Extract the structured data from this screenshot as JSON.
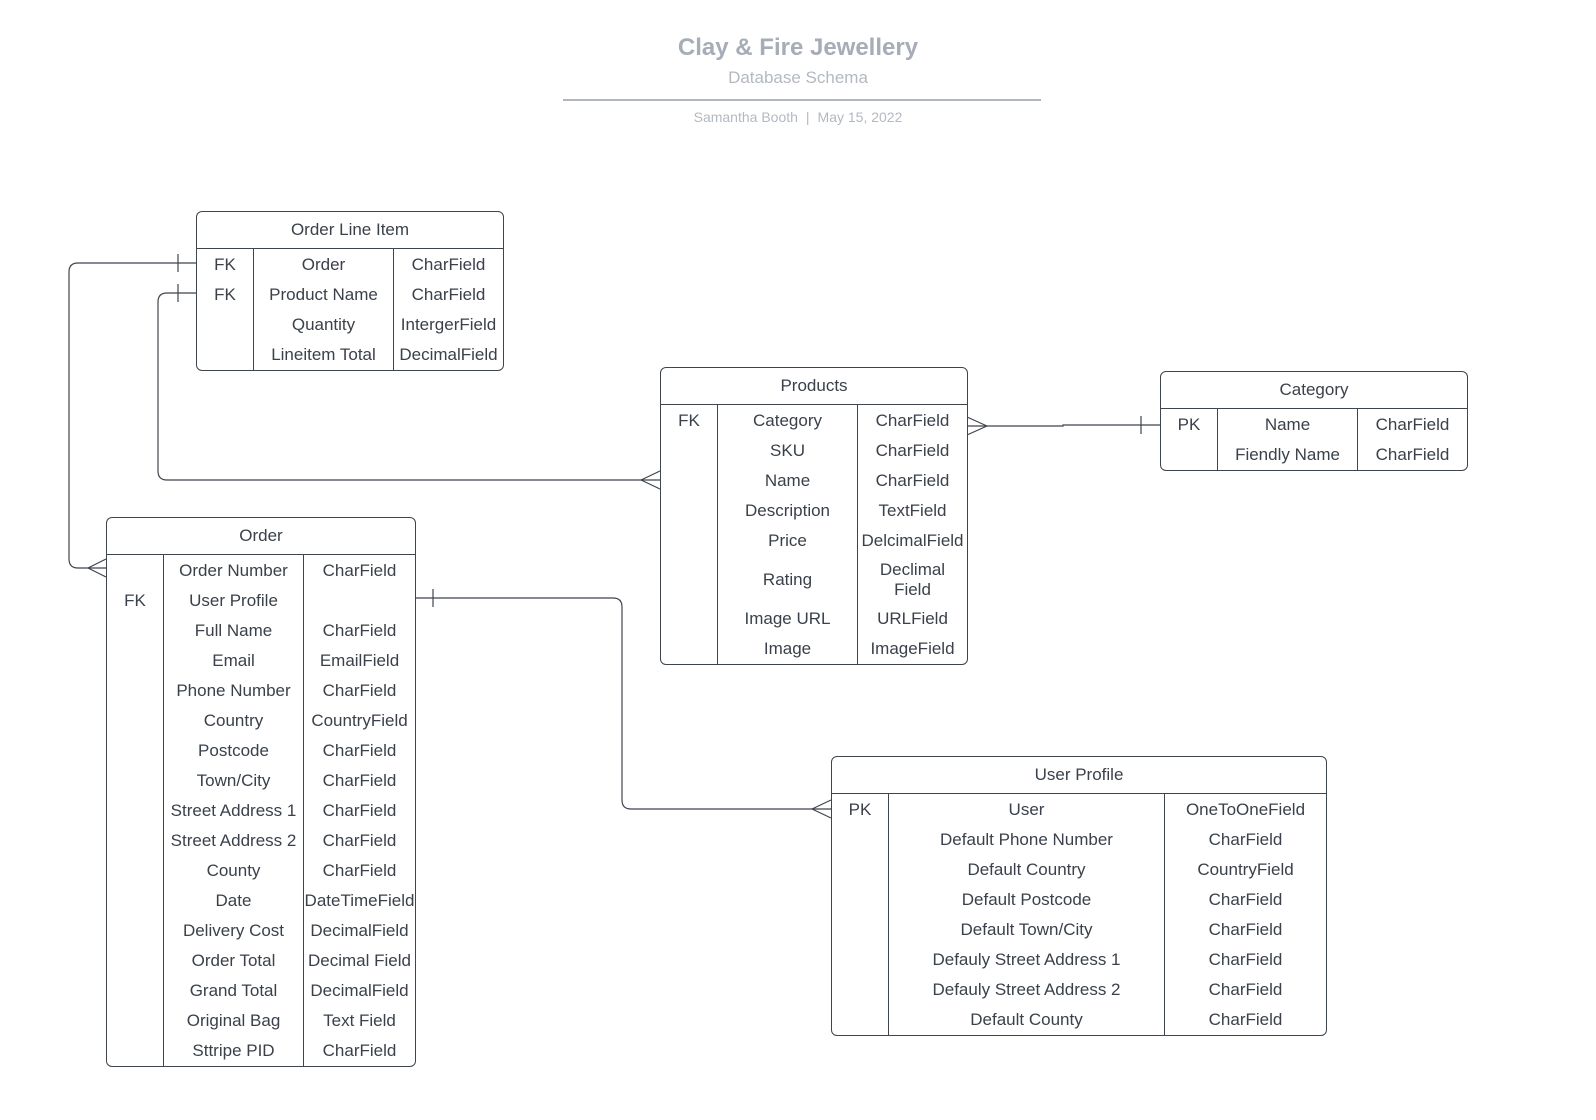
{
  "header": {
    "title": "Clay & Fire Jewellery",
    "subtitle": "Database Schema",
    "author": "Samantha Booth",
    "separator": "|",
    "date": "May 15, 2022"
  },
  "entities": {
    "order_line_item": {
      "title": "Order Line Item",
      "rows": [
        {
          "key": "FK",
          "field": "Order",
          "type": "CharField"
        },
        {
          "key": "FK",
          "field": "Product Name",
          "type": "CharField"
        },
        {
          "key": "",
          "field": "Quantity",
          "type": "IntergerField"
        },
        {
          "key": "",
          "field": "Lineitem Total",
          "type": "DecimalField"
        }
      ]
    },
    "products": {
      "title": "Products",
      "rows": [
        {
          "key": "FK",
          "field": "Category",
          "type": "CharField"
        },
        {
          "key": "",
          "field": "SKU",
          "type": "CharField"
        },
        {
          "key": "",
          "field": "Name",
          "type": "CharField"
        },
        {
          "key": "",
          "field": "Description",
          "type": "TextField"
        },
        {
          "key": "",
          "field": "Price",
          "type": "DelcimalField"
        },
        {
          "key": "",
          "field": "Rating",
          "type": "Declimal Field"
        },
        {
          "key": "",
          "field": "Image URL",
          "type": "URLField"
        },
        {
          "key": "",
          "field": "Image",
          "type": "ImageField"
        }
      ]
    },
    "category": {
      "title": "Category",
      "rows": [
        {
          "key": "PK",
          "field": "Name",
          "type": "CharField"
        },
        {
          "key": "",
          "field": "Fiendly Name",
          "type": "CharField"
        }
      ]
    },
    "order": {
      "title": "Order",
      "rows": [
        {
          "key": "",
          "field": "Order Number",
          "type": "CharField"
        },
        {
          "key": "FK",
          "field": "User Profile",
          "type": ""
        },
        {
          "key": "",
          "field": "Full Name",
          "type": "CharField"
        },
        {
          "key": "",
          "field": "Email",
          "type": "EmailField"
        },
        {
          "key": "",
          "field": "Phone Number",
          "type": "CharField"
        },
        {
          "key": "",
          "field": "Country",
          "type": "CountryField"
        },
        {
          "key": "",
          "field": "Postcode",
          "type": "CharField"
        },
        {
          "key": "",
          "field": "Town/City",
          "type": "CharField"
        },
        {
          "key": "",
          "field": "Street Address 1",
          "type": "CharField"
        },
        {
          "key": "",
          "field": "Street Address 2",
          "type": "CharField"
        },
        {
          "key": "",
          "field": "County",
          "type": "CharField"
        },
        {
          "key": "",
          "field": "Date",
          "type": "DateTimeField"
        },
        {
          "key": "",
          "field": "Delivery Cost",
          "type": "DecimalField"
        },
        {
          "key": "",
          "field": "Order Total",
          "type": "Decimal Field"
        },
        {
          "key": "",
          "field": "Grand Total",
          "type": "DecimalField"
        },
        {
          "key": "",
          "field": "Original Bag",
          "type": "Text Field"
        },
        {
          "key": "",
          "field": "Sttripe PID",
          "type": "CharField"
        }
      ]
    },
    "user_profile": {
      "title": "User Profile",
      "rows": [
        {
          "key": "PK",
          "field": "User",
          "type": "OneToOneField"
        },
        {
          "key": "",
          "field": "Default Phone Number",
          "type": "CharField"
        },
        {
          "key": "",
          "field": "Default Country",
          "type": "CountryField"
        },
        {
          "key": "",
          "field": "Default Postcode",
          "type": "CharField"
        },
        {
          "key": "",
          "field": "Default Town/City",
          "type": "CharField"
        },
        {
          "key": "",
          "field": "Defauly Street Address 1",
          "type": "CharField"
        },
        {
          "key": "",
          "field": "Defauly Street Address 2",
          "type": "CharField"
        },
        {
          "key": "",
          "field": "Default County",
          "type": "CharField"
        }
      ]
    }
  },
  "relationships": [
    {
      "from": "order_line_item.Order",
      "from_end": "one",
      "to": "order",
      "to_end": "many"
    },
    {
      "from": "order_line_item.Product Name",
      "from_end": "one",
      "to": "products",
      "to_end": "many"
    },
    {
      "from": "products.Category",
      "from_end": "many",
      "to": "category.Name",
      "to_end": "one"
    },
    {
      "from": "order.User Profile",
      "from_end": "one",
      "to": "user_profile.User",
      "to_end": "many"
    }
  ],
  "colors": {
    "line": "#3f454d",
    "text": "#3a414a",
    "title": "#a6adb6",
    "muted": "#b3b9c1"
  }
}
